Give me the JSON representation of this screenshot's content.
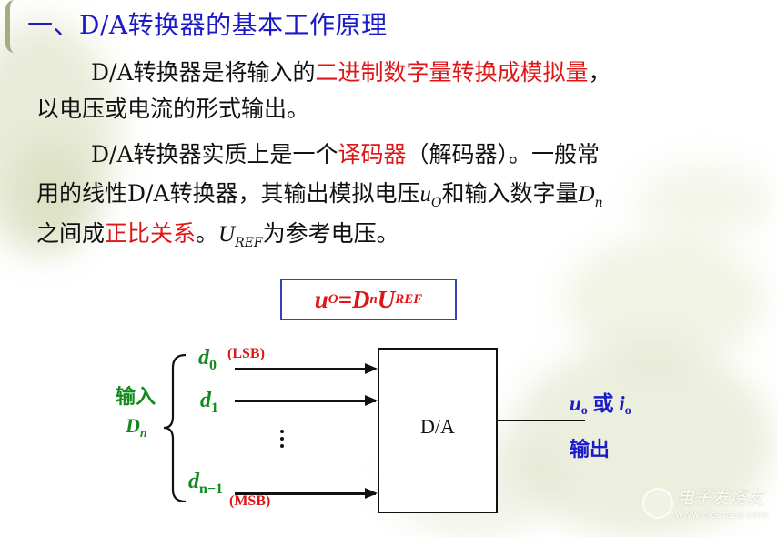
{
  "slide": {
    "title": "一、D/A转换器的基本工作原理",
    "paragraph1": {
      "line1_prefix": "D/A转换器是将输入的",
      "line1_highlight": "二进制数字量转换成模拟量",
      "line1_suffix": "，",
      "line2": "以电压或电流的形式输出。"
    },
    "paragraph2": {
      "line1_prefix": "D/A转换器实质上是一个",
      "line1_highlight": "译码器",
      "line1_suffix": "（解码器）。一般常",
      "line2_prefix": "用的线性D/A转换器，其输出模拟电压",
      "line2_var_u": "u",
      "line2_var_u_sub": "O",
      "line2_mid": "和输入数字量",
      "line2_var_d": "D",
      "line2_var_d_sub": "n",
      "line3_prefix": "之间成",
      "line3_highlight": "正比关系",
      "line3_mid": "。",
      "line3_var": "U",
      "line3_var_sub": "REF",
      "line3_suffix": "为参考电压。"
    },
    "formula": {
      "lhs": "u",
      "lhs_sub": "O",
      "eq": " =",
      "rhs1": "D",
      "rhs1_sub": "n",
      "rhs2": "U",
      "rhs2_sub": "REF"
    },
    "diagram": {
      "input_label": "输入",
      "input_var": "D",
      "input_var_sub": "n",
      "bits": [
        {
          "name": "d",
          "sub": "0",
          "tag": "(LSB)"
        },
        {
          "name": "d",
          "sub": "1",
          "tag": ""
        },
        {
          "name": "d",
          "sub": "n−1",
          "tag": "(MSB)"
        }
      ],
      "ellipsis": "⋮",
      "block_label": "D/A",
      "output_sym_u": "u",
      "output_sym_u_sub": "o",
      "output_or": " 或 ",
      "output_sym_i": "i",
      "output_sym_i_sub": "o",
      "output_label": "输出"
    },
    "watermark": {
      "text": "电子发烧友",
      "url": "www.elecfans.com"
    },
    "colors": {
      "title": "#1a1ac8",
      "highlight": "#e01515",
      "diagram_input": "#118a1e",
      "diagram_output": "#1a1ac8",
      "formula_border": "#3344bb"
    }
  }
}
